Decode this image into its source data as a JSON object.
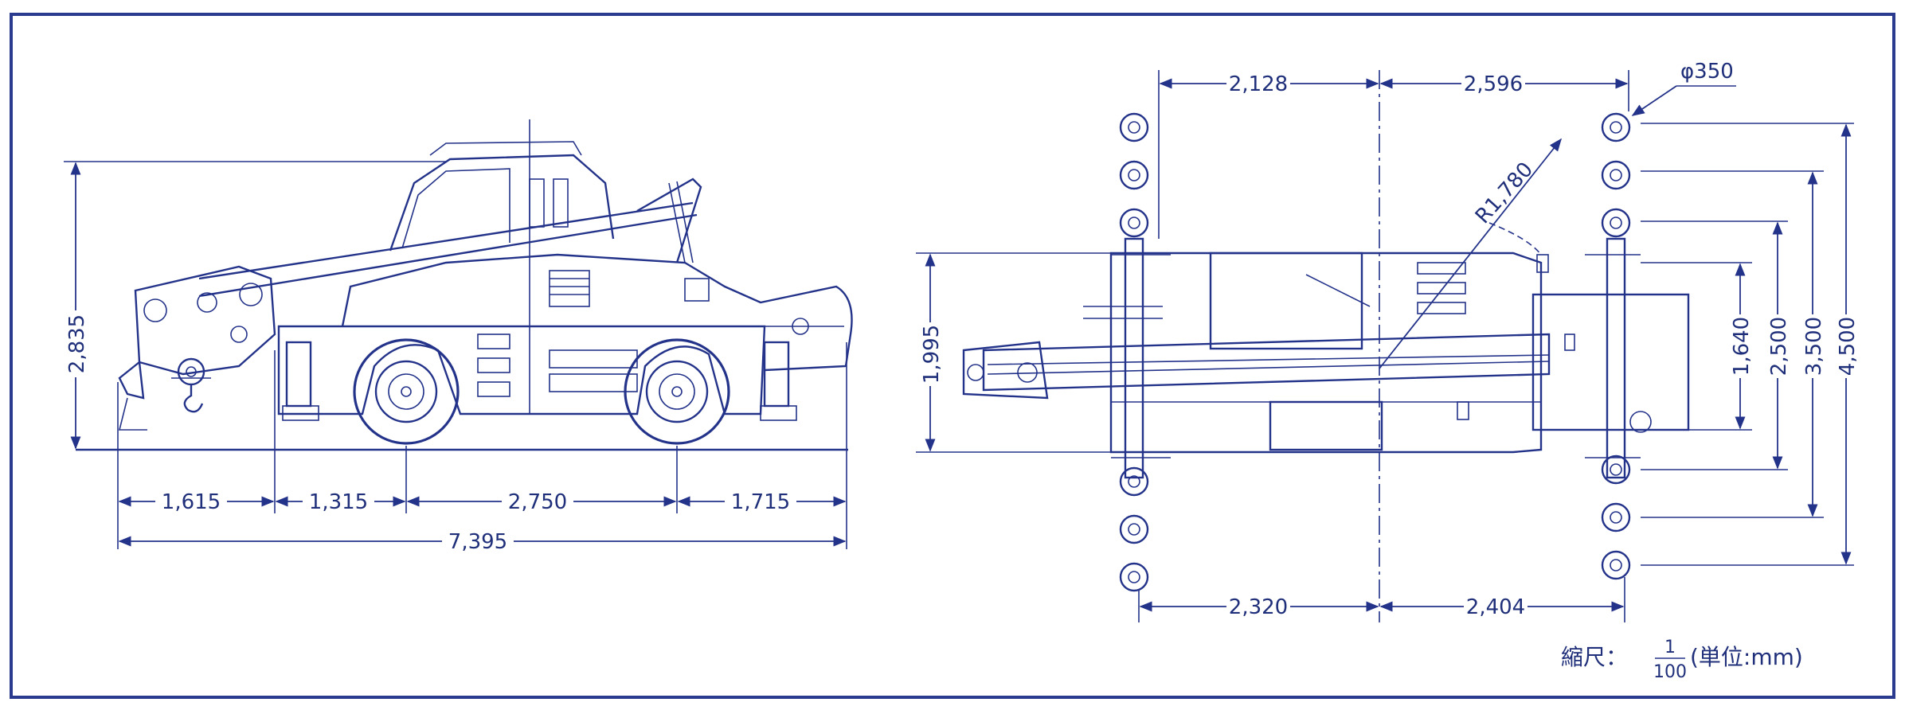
{
  "colors": {
    "ink": "#24338a",
    "paper": "#ffffff",
    "frame": "#2a3b8f"
  },
  "side_view": {
    "height_dim": "2,835",
    "dims_bottom": [
      "1,615",
      "1,315",
      "2,750",
      "1,715"
    ],
    "overall_length": "7,395"
  },
  "top_view": {
    "top_left_dim": "2,128",
    "top_right_dim": "2,596",
    "radius_label": "R1,780",
    "float_dia": "φ350",
    "width_dim": "1,995",
    "right_dims": [
      "1,640",
      "2,500",
      "3,500",
      "4,500"
    ],
    "bottom_left_dim": "2,320",
    "bottom_right_dim": "2,404"
  },
  "scale": {
    "label": "縮尺：",
    "numerator": "1",
    "denominator": "100",
    "unit_note": "(単位:mm)"
  }
}
